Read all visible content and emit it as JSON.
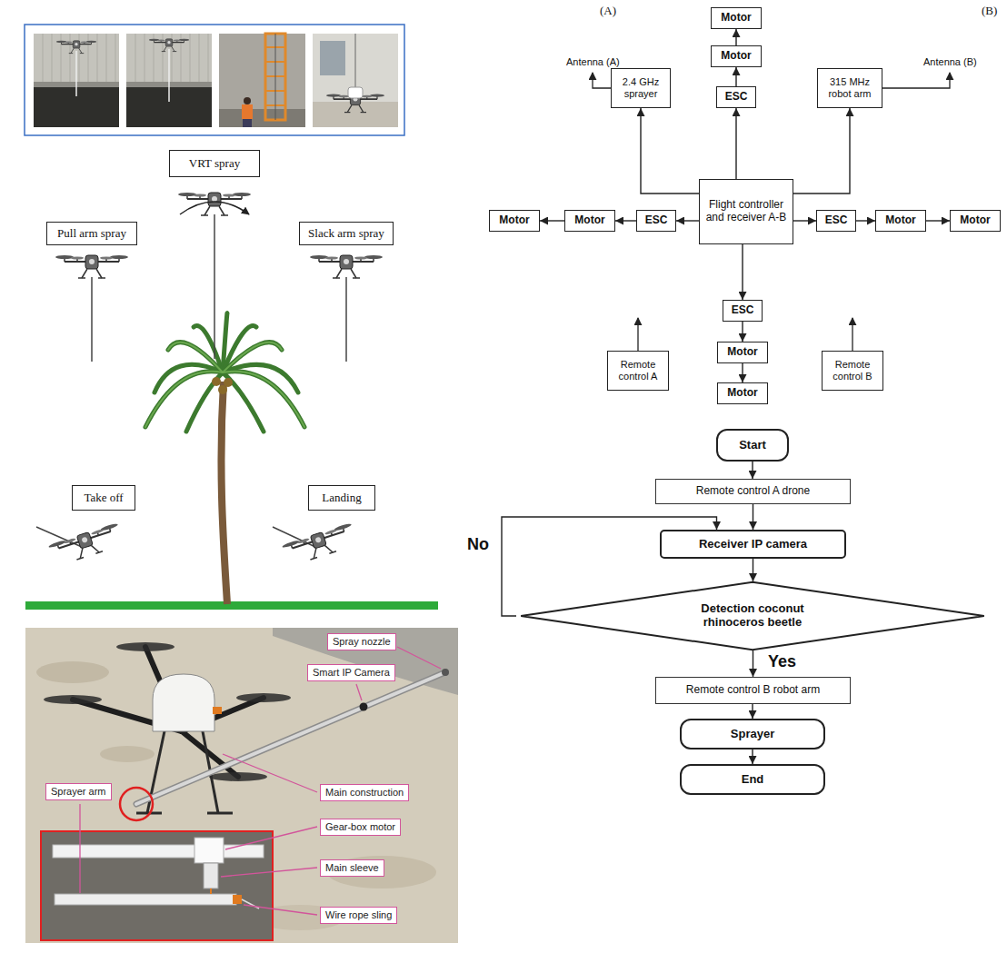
{
  "diagram": {
    "nodes": [
      {
        "text": [
          "VRT spray"
        ]
      },
      {
        "text": [
          "Pull arm spray"
        ]
      },
      {
        "text": [
          "Slack arm spray"
        ]
      },
      {
        "text": [
          "Take off"
        ]
      },
      {
        "text": [
          "Landing"
        ]
      },
      {
        "text": [
          "Spray nozzle"
        ]
      },
      {
        "text": [
          "Smart IP Camera"
        ]
      },
      {
        "text": [
          "Sprayer arm"
        ]
      },
      {
        "text": [
          "Main construction"
        ]
      },
      {
        "text": [
          "Gear-box motor"
        ]
      },
      {
        "text": [
          "Main sleeve"
        ]
      },
      {
        "text": [
          "Wire rope sling"
        ]
      },
      {
        "text": [
          "Motor"
        ]
      },
      {
        "text": [
          "2.4 GHz sprayer"
        ]
      },
      {
        "text": [
          "Motor"
        ]
      },
      {
        "text": [
          "315 MHz robot arm"
        ]
      },
      {
        "text": [
          "ESC"
        ]
      },
      {
        "text": [
          "Motor"
        ]
      },
      {
        "text": [
          "Motor"
        ]
      },
      {
        "text": [
          "ESC"
        ]
      },
      {
        "text": [
          "Flight controller and receiver A-B"
        ]
      },
      {
        "text": [
          "ESC"
        ]
      },
      {
        "text": [
          "Motor"
        ]
      },
      {
        "text": [
          "Motor"
        ]
      },
      {
        "text": [
          "ESC"
        ]
      },
      {
        "text": [
          "Motor"
        ]
      },
      {
        "text": [
          "Remote control A"
        ]
      },
      {
        "text": [
          "Remote control B"
        ]
      },
      {
        "text": [
          "Motor"
        ]
      },
      {
        "text": [
          "Start"
        ]
      },
      {
        "text": [
          "Remote control A drone"
        ]
      },
      {
        "text": [
          "Receiver IP camera"
        ]
      },
      {
        "text": [
          "Detection coconut rhinoceros beetle"
        ]
      },
      {
        "text": [
          "Remote control B robot arm"
        ]
      },
      {
        "text": [
          "Sprayer"
        ]
      },
      {
        "text": [
          "End"
        ]
      }
    ],
    "edges": [
      {
        "from": 20,
        "to": 13,
        "arrow": "to"
      },
      {
        "from": 20,
        "to": 15,
        "arrow": "to"
      },
      {
        "from": 20,
        "to": 16,
        "arrow": "to"
      },
      {
        "from": 16,
        "to": 14,
        "arrow": "to"
      },
      {
        "from": 14,
        "to": 12,
        "arrow": "to"
      },
      {
        "from": 20,
        "to": 19,
        "arrow": "to"
      },
      {
        "from": 19,
        "to": 18,
        "arrow": "to"
      },
      {
        "from": 18,
        "to": 17,
        "arrow": "to"
      },
      {
        "from": 20,
        "to": 21,
        "arrow": "to"
      },
      {
        "from": 21,
        "to": 22,
        "arrow": "to"
      },
      {
        "from": 22,
        "to": 23,
        "arrow": "to"
      },
      {
        "from": 20,
        "to": 24,
        "arrow": "to"
      },
      {
        "from": 24,
        "to": 25,
        "arrow": "to"
      },
      {
        "from": 25,
        "to": 28,
        "arrow": "to"
      },
      {
        "from": 29,
        "to": 30,
        "arrow": "to"
      },
      {
        "from": 30,
        "to": 31,
        "arrow": "to"
      },
      {
        "from": 31,
        "to": 32,
        "arrow": "to"
      },
      {
        "from": 32,
        "to": 33,
        "label": "Yes",
        "arrow": "to"
      },
      {
        "from": 32,
        "to": 31,
        "label": "No",
        "arrow": "to"
      },
      {
        "from": 33,
        "to": 34,
        "arrow": "to"
      },
      {
        "from": 34,
        "to": 35,
        "arrow": "to"
      }
    ],
    "labels": [
      "(A)",
      "(B)",
      "Antenna (A)",
      "Antenna (B)"
    ]
  }
}
